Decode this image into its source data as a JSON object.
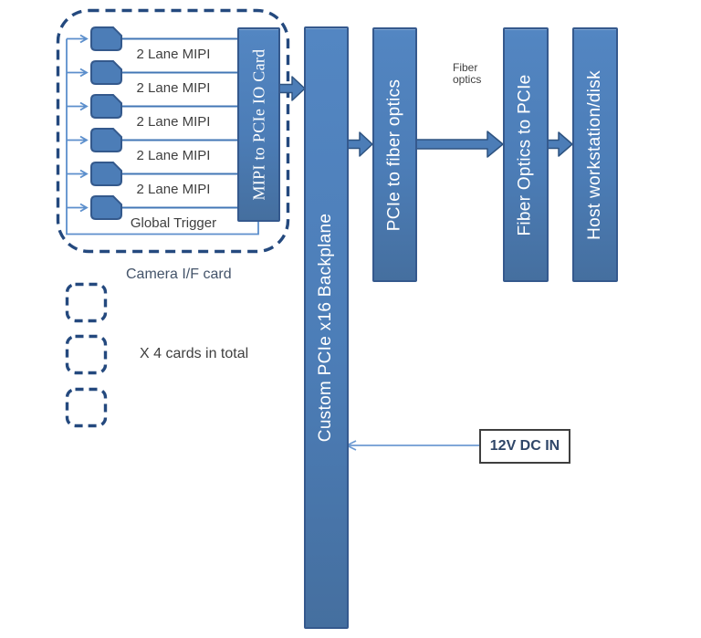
{
  "camera_card": {
    "rows": [
      {
        "label": "2 Lane MIPI"
      },
      {
        "label": "2 Lane MIPI"
      },
      {
        "label": "2 Lane MIPI"
      },
      {
        "label": "2 Lane MIPI"
      },
      {
        "label": "2 Lane MIPI"
      },
      {
        "label": "Global Trigger"
      }
    ],
    "io_card_label": "MIPI to PCIe IO Card",
    "caption": "Camera I/F card",
    "cards_note": "X 4 cards in total"
  },
  "backplane_label": "Custom PCIe x16 Backplane",
  "pcie_to_fiber_label": "PCIe to fiber optics",
  "fiber_note_line1": "Fiber",
  "fiber_note_line2": "optics",
  "fiber_to_pcie_label": "Fiber Optics to PCIe",
  "host_label": "Host workstation/disk",
  "power_label": "12V DC IN",
  "colors": {
    "block_fill": "#4c7db7",
    "block_border": "#35598d",
    "dashed_outline": "#24497e",
    "connector_blue": "#4377b6",
    "thin_arrow_blue": "#6e9bd2",
    "label_gray": "#3f3f3f",
    "caption_navy": "#44546a",
    "bar_text": "#ffffff"
  }
}
